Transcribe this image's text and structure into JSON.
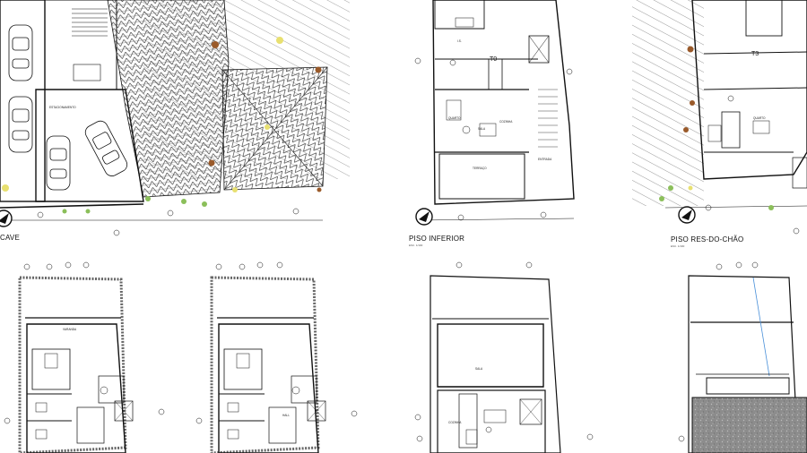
{
  "sheet": {
    "plans": [
      {
        "id": "cave",
        "label": "CAVE"
      },
      {
        "id": "inferior",
        "label": "PISO INFERIOR",
        "scale": "ESC. 1/100"
      },
      {
        "id": "res-do-chao",
        "label": "PISO RES-DO-CHÃO",
        "scale": "ESC. 1/100"
      }
    ],
    "room_labels": {
      "estacionamento": "ESTACIONAMENTO",
      "sala": "SALA",
      "cozinha": "COZINHA",
      "quarto": "QUARTO",
      "quarto2": "QUARTO",
      "wc": "I.S.",
      "terraco": "TERRAÇO",
      "entrada": "ENTRADA",
      "varanda": "VARANDA",
      "hall": "HALL",
      "cozinha2": "COZINHA",
      "sala2": "SALA"
    },
    "tags": {
      "t0": "T0",
      "t3": "T3"
    }
  },
  "colors": {
    "line": "#111111",
    "hatch": "#222222",
    "vegetation_green": "#8bbf5a",
    "vegetation_brown": "#9a5a2a",
    "vegetation_yellow": "#e8e070",
    "water_line": "#4a90d9",
    "gravel": "#9a9a9a"
  },
  "icons": [
    "north-arrow-icon",
    "car-icon",
    "tree-icon"
  ]
}
